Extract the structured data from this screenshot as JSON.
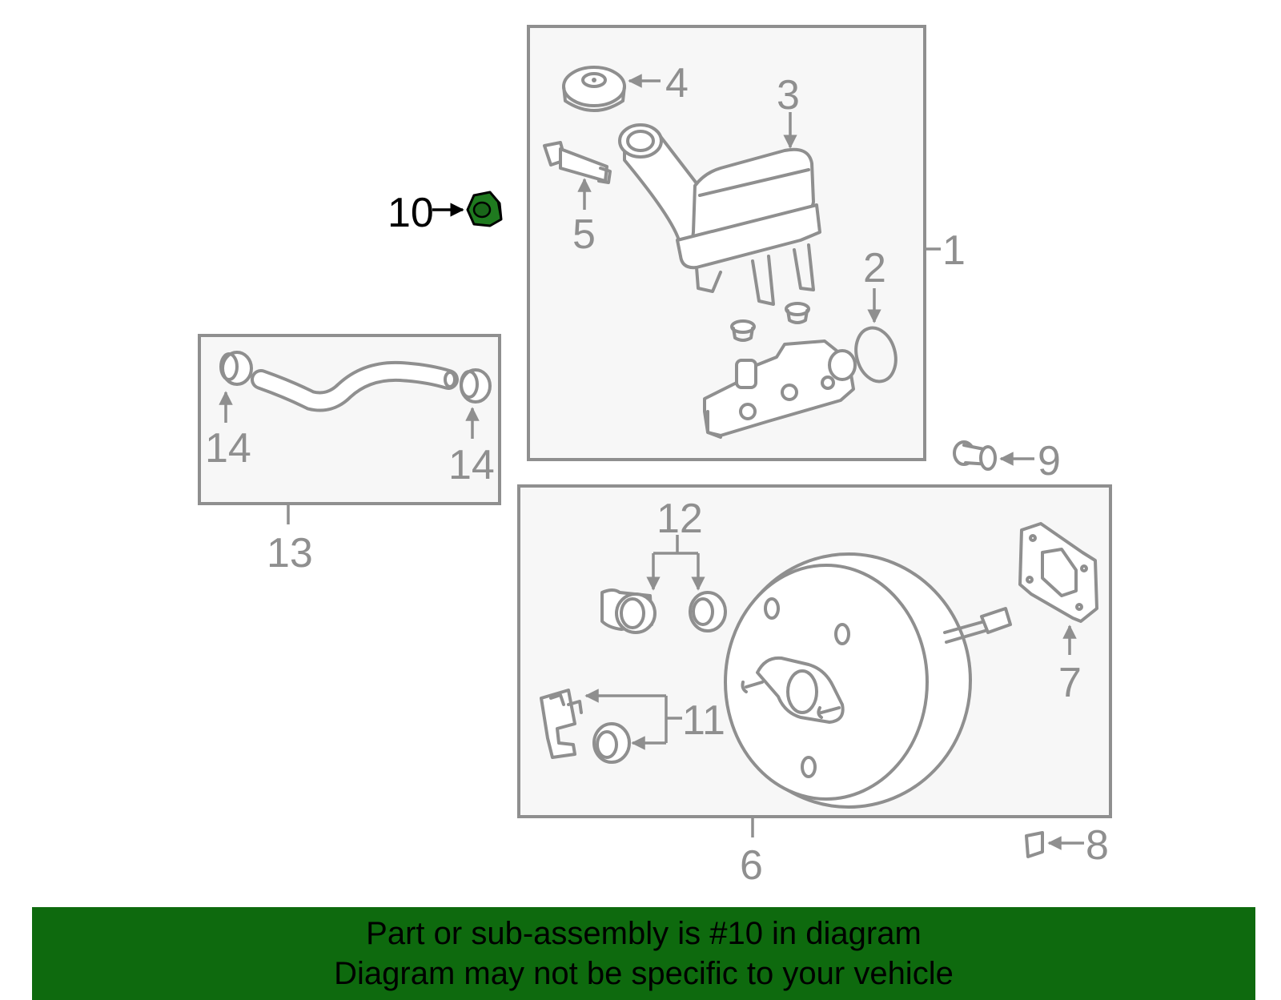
{
  "callouts": {
    "c1": "1",
    "c2": "2",
    "c3": "3",
    "c4": "4",
    "c5": "5",
    "c6": "6",
    "c7": "7",
    "c8": "8",
    "c9": "9",
    "c10": "10",
    "c11": "11",
    "c12": "12",
    "c13": "13",
    "c14a": "14",
    "c14b": "14"
  },
  "highlight": {
    "part": "10",
    "color": "#1f7a1f"
  },
  "banner": {
    "line1": "Part or sub-assembly is #10 in diagram",
    "line2": "Diagram may not be specific to your vehicle",
    "background": "#0e6a0e"
  }
}
